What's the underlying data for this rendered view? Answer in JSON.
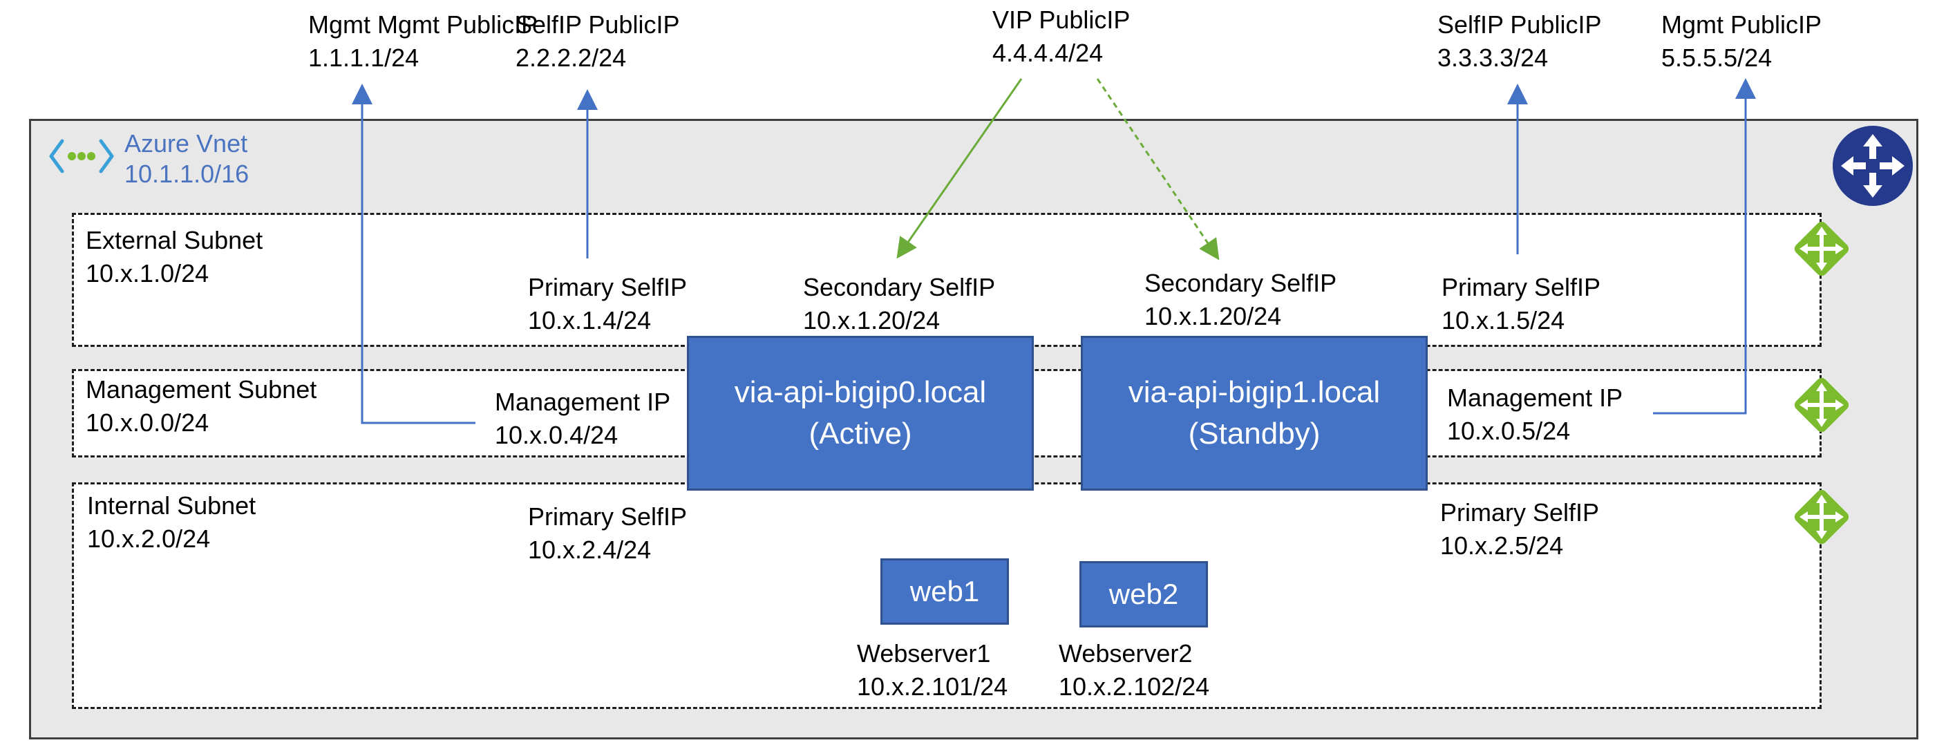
{
  "public_ips": {
    "mgmt0": {
      "label": "Mgmt PublicIP",
      "ip": "1.1.1.1/24"
    },
    "self0": {
      "label": "SelfIP PublicIP",
      "ip": "2.2.2.2/24"
    },
    "vip": {
      "label": "VIP PublicIP",
      "ip": "4.4.4.4/24"
    },
    "self1": {
      "label": "SelfIP PublicIP",
      "ip": "3.3.3.3/24"
    },
    "mgmt1": {
      "label": "Mgmt PublicIP",
      "ip": "5.5.5.5/24"
    }
  },
  "vnet": {
    "name": "Azure Vnet",
    "cidr": "10.1.1.0/16",
    "icon": "azure-vnet-icon",
    "router_icon": "router-icon"
  },
  "subnets": {
    "external": {
      "name": "External Subnet",
      "cidr": "10.x.1.0/24"
    },
    "management": {
      "name": "Management Subnet",
      "cidr": "10.x.0.0/24"
    },
    "internal": {
      "name": "Internal Subnet",
      "cidr": "10.x.2.0/24"
    }
  },
  "bigip0": {
    "name": "via-api-bigip0.local",
    "state": "(Active)",
    "ext_primary_label": "Primary SelfIP",
    "ext_primary_ip": "10.x.1.4/24",
    "ext_secondary_label": "Secondary SelfIP",
    "ext_secondary_ip": "10.x.1.20/24",
    "mgmt_label": "Management IP",
    "mgmt_ip": "10.x.0.4/24",
    "int_primary_label": "Primary SelfIP",
    "int_primary_ip": "10.x.2.4/24"
  },
  "bigip1": {
    "name": "via-api-bigip1.local",
    "state": "(Standby)",
    "ext_primary_label": "Primary SelfIP",
    "ext_primary_ip": "10.x.1.5/24",
    "ext_secondary_label": "Secondary SelfIP",
    "ext_secondary_ip": "10.x.1.20/24",
    "mgmt_label": "Management IP",
    "mgmt_ip": "10.x.0.5/24",
    "int_primary_label": "Primary SelfIP",
    "int_primary_ip": "10.x.2.5/24"
  },
  "webservers": [
    {
      "box": "web1",
      "name": "Webserver1",
      "ip": "10.x.2.101/24"
    },
    {
      "box": "web2",
      "name": "Webserver2",
      "ip": "10.x.2.102/24"
    }
  ],
  "colors": {
    "box_fill": "#4472c4",
    "arrow_blue": "#4472c4",
    "arrow_green": "#6aab3a",
    "route_icon_green": "#7dbb2e",
    "router_navy": "#253a8c"
  }
}
